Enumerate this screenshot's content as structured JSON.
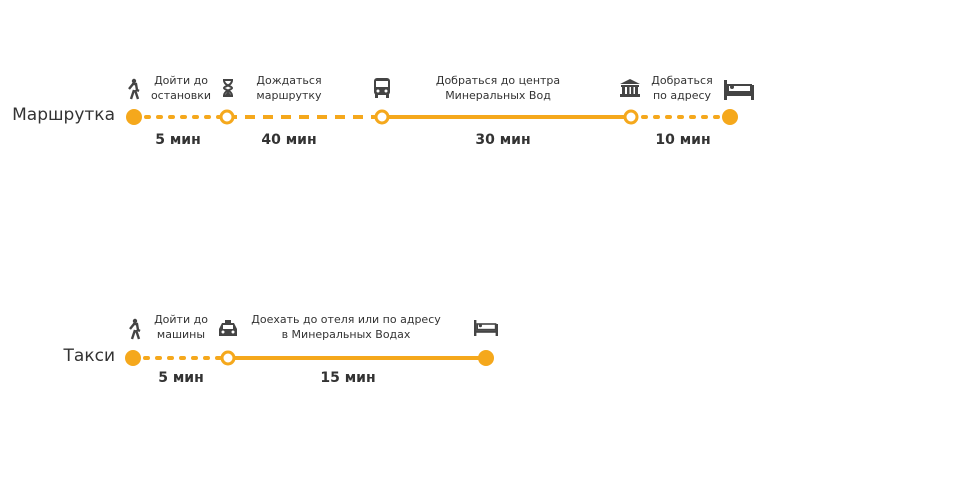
{
  "accent_color": "#f5a81c",
  "routes": [
    {
      "name": "Маршрутка",
      "steps": [
        {
          "icon": "walk-icon",
          "label1": "Дойти до",
          "label2": "остановки",
          "duration": "5 мин"
        },
        {
          "icon": "hourglass-icon",
          "label1": "Дождаться",
          "label2": "маршрутку",
          "duration": "40 мин"
        },
        {
          "icon": "bus-icon",
          "label1": "Добраться до центра",
          "label2": "Минеральных Вод",
          "duration": "30 мин"
        },
        {
          "icon": "museum-icon",
          "label1": "Добраться",
          "label2": "по адресу",
          "duration": "10 мин"
        },
        {
          "icon": "bed-icon"
        }
      ]
    },
    {
      "name": "Такси",
      "steps": [
        {
          "icon": "walk-icon",
          "label1": "Дойти до",
          "label2": "машины",
          "duration": "5 мин"
        },
        {
          "icon": "taxi-icon",
          "label1": "Доехать до отеля или по адресу",
          "label2": "в Минеральных Водах",
          "duration": "15 мин"
        },
        {
          "icon": "bed-icon"
        }
      ]
    }
  ]
}
